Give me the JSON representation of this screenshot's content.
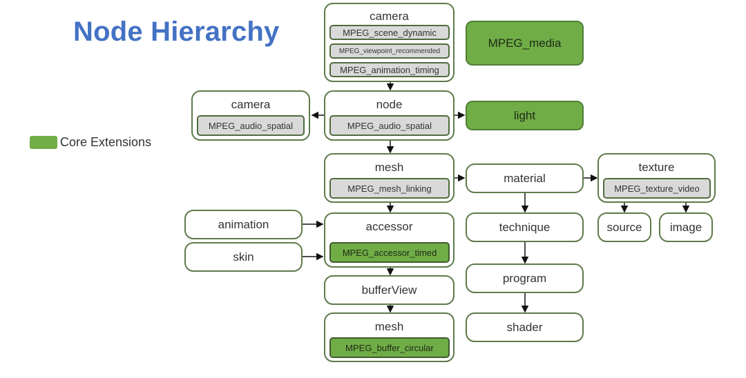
{
  "title": "Node Hierarchy",
  "legend": {
    "label": "Core Extensions",
    "color": "#70ad47"
  },
  "colors": {
    "title": "#4472c4",
    "border": "#5d7a4a",
    "extension_gray": "#d9d9d9",
    "core_green": "#70ad47"
  },
  "nodes": {
    "camera_top": {
      "label": "camera",
      "extensions": [
        "MPEG_scene_dynamic",
        "MPEG_viewpoint_recommended",
        "MPEG_animation_timing"
      ]
    },
    "mpeg_media": {
      "label": "MPEG_media",
      "core": true
    },
    "camera_left": {
      "label": "camera",
      "extensions": [
        "MPEG_audio_spatial"
      ]
    },
    "node": {
      "label": "node",
      "extensions": [
        "MPEG_audio_spatial"
      ]
    },
    "light": {
      "label": "light",
      "core": true
    },
    "mesh": {
      "label": "mesh",
      "extensions": [
        "MPEG_mesh_linking"
      ]
    },
    "material": {
      "label": "material"
    },
    "texture": {
      "label": "texture",
      "extensions": [
        "MPEG_texture_video"
      ]
    },
    "source": {
      "label": "source"
    },
    "image": {
      "label": "image"
    },
    "animation": {
      "label": "animation"
    },
    "skin": {
      "label": "skin"
    },
    "accessor": {
      "label": "accessor",
      "core_extensions": [
        "MPEG_accessor_timed"
      ]
    },
    "technique": {
      "label": "technique"
    },
    "program": {
      "label": "program"
    },
    "bufferView": {
      "label": "bufferView"
    },
    "shader": {
      "label": "shader"
    },
    "mesh_buffer": {
      "label": "mesh",
      "core_extensions": [
        "MPEG_buffer_circular"
      ]
    }
  },
  "edges": [
    [
      "camera_top",
      "node"
    ],
    [
      "node",
      "camera_left"
    ],
    [
      "node",
      "light"
    ],
    [
      "node",
      "mesh"
    ],
    [
      "mesh",
      "material"
    ],
    [
      "material",
      "texture"
    ],
    [
      "texture",
      "source"
    ],
    [
      "texture",
      "image"
    ],
    [
      "mesh",
      "accessor"
    ],
    [
      "animation",
      "accessor"
    ],
    [
      "skin",
      "accessor"
    ],
    [
      "material",
      "technique"
    ],
    [
      "technique",
      "program"
    ],
    [
      "program",
      "shader"
    ],
    [
      "accessor",
      "bufferView"
    ],
    [
      "bufferView",
      "mesh_buffer"
    ]
  ]
}
